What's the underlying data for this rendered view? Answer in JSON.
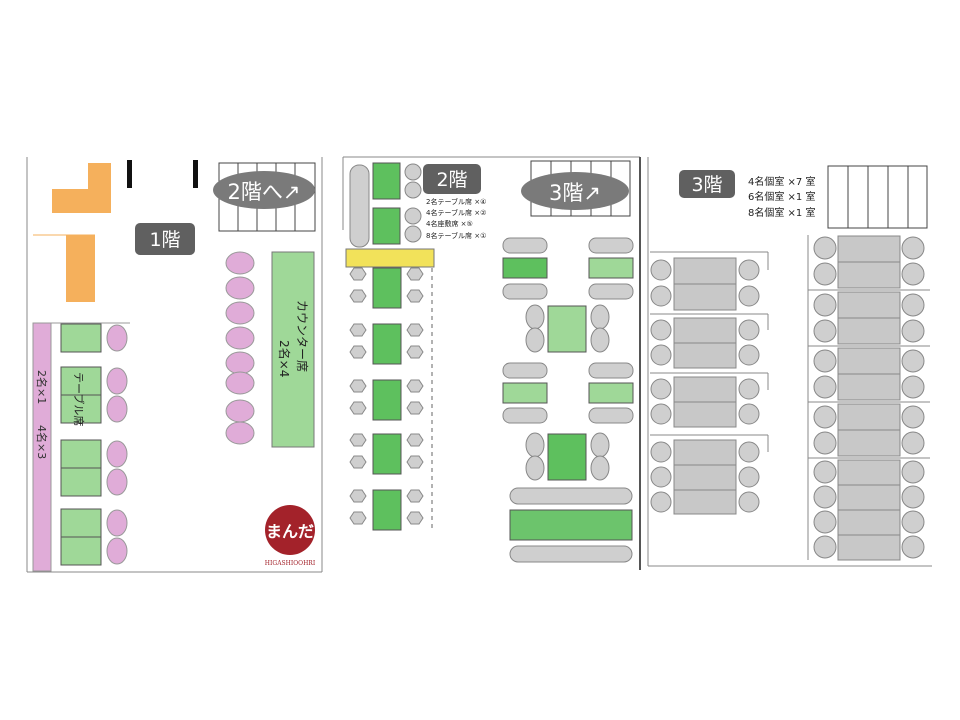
{
  "floor1": {
    "badge": "1階",
    "stairs_label": "2階へ↗",
    "counter_label": [
      "カウンター席",
      "2名×4"
    ],
    "table_label": "テーブル席",
    "bench_label": [
      "2名×1",
      "4名×3"
    ],
    "logo": {
      "text": "まんだ",
      "subtext": "HIGASHIOOHRI",
      "color": "#a3222a"
    }
  },
  "floor2": {
    "badge": "2階",
    "stairs_label": "3階↗",
    "legend": [
      "2名テーブル席 ×④",
      "4名テーブル席 ×②",
      "4名座敷席 ×⑤",
      "8名テーブル席 ×①"
    ]
  },
  "floor3": {
    "badge": "3階",
    "legend": [
      "4名個室 ×7 室",
      "6名個室 ×1 室",
      "8名個室 ×1 室"
    ]
  },
  "colors": {
    "orange": "#f5b05c",
    "pink_seat": "#e0acd8",
    "green_table": "#5ec05e",
    "light_green": "#9fd898",
    "gray_table": "#c8c8c8",
    "gray_seat": "#cfcfcf",
    "yellow_bar": "#f2e25a",
    "badge_bg": "#606060"
  }
}
